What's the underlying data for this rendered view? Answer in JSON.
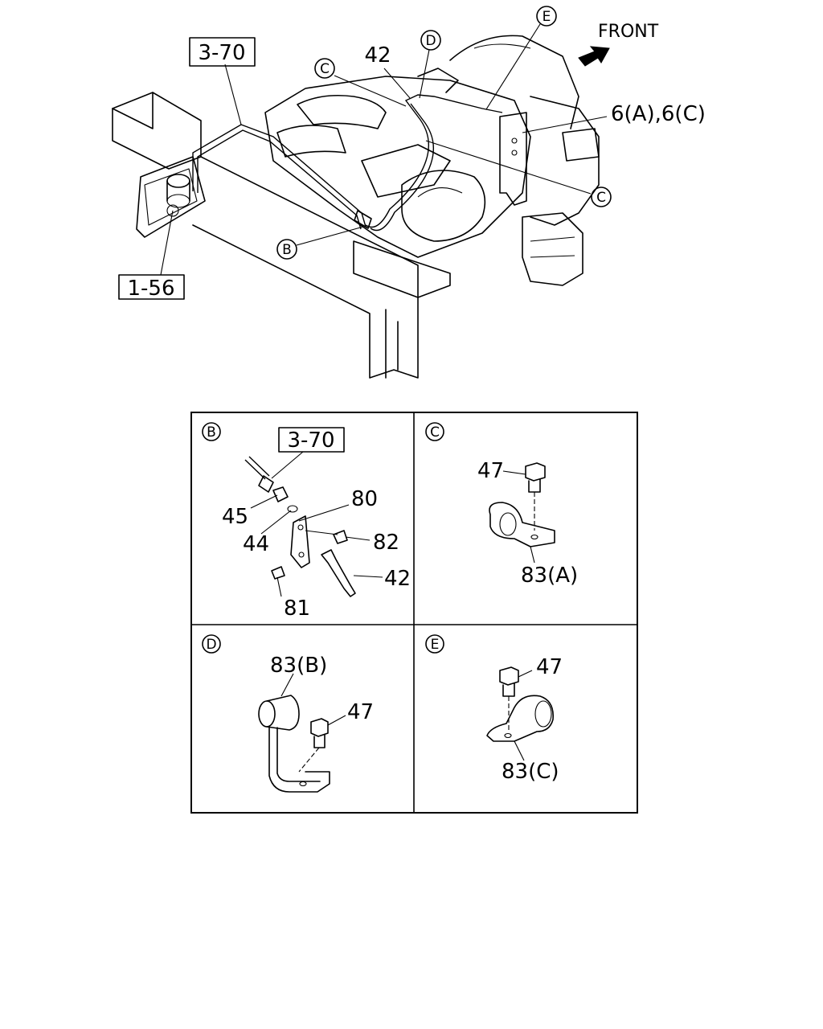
{
  "labels": {
    "front": "FRONT",
    "ref_3_70": "3-70",
    "ref_1_56": "1-56",
    "ref_3_70_detail": "3-70",
    "part_42_top": "42",
    "part_6": "6(A),6(C)",
    "callout_c_top": "C",
    "callout_c_right": "C",
    "callout_d": "D",
    "callout_e": "E",
    "callout_b": "B"
  },
  "panels": {
    "b": {
      "id": "B",
      "parts": {
        "p45": "45",
        "p44": "44",
        "p80": "80",
        "p82": "82",
        "p42": "42",
        "p81": "81"
      }
    },
    "c": {
      "id": "C",
      "parts": {
        "p47": "47",
        "p83a": "83(A)"
      }
    },
    "d": {
      "id": "D",
      "parts": {
        "p83b": "83(B)",
        "p47": "47"
      }
    },
    "e": {
      "id": "E",
      "parts": {
        "p47": "47",
        "p83c": "83(C)"
      }
    }
  }
}
